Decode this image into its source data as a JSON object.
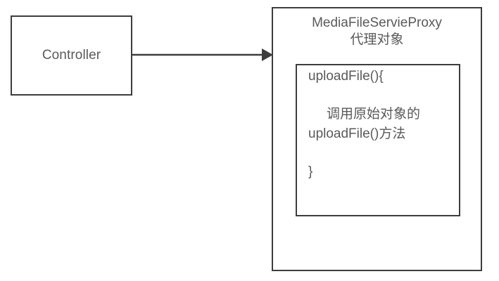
{
  "diagram": {
    "type": "proxy-pattern-diagram",
    "background_color": "#ffffff",
    "stroke_color": "#3d3d3d",
    "text_color": "#5a5a5a",
    "controller": {
      "label": "Controller"
    },
    "proxy": {
      "title_line1": "MediaFileServieProxy",
      "title_line2": "代理对象",
      "method": {
        "signature": "uploadFile(){",
        "body_line1": "调用原始对象的",
        "body_line2": "uploadFile()方法",
        "closing": "}"
      }
    },
    "connector": {
      "label": "",
      "direction": "controller-to-proxy",
      "arrowhead": "solid-triangle"
    }
  }
}
